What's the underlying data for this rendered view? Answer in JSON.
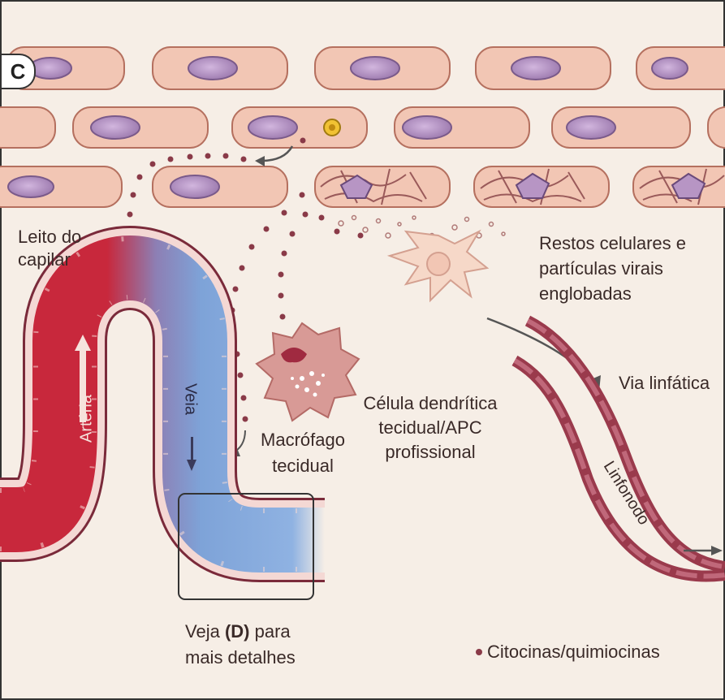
{
  "panel": {
    "letter": "C"
  },
  "labels": {
    "capillary_bed": [
      "Leito do",
      "capilar"
    ],
    "debris": [
      "Restos celulares e",
      "partículas virais",
      "englobadas"
    ],
    "lymphatic_route": "Via linfática",
    "dendritic_cell": [
      "Célula dendrítica",
      "tecidual/APC",
      "profissional"
    ],
    "macrophage": [
      "Macrófago",
      "tecidual"
    ],
    "artery": "Artéria",
    "vein": "Veia",
    "lymph_node": "Linfonodo",
    "see_details": {
      "prefix": "Veja ",
      "bold": "(D)",
      "suffix": " para",
      "line2": "mais detalhes"
    },
    "cytokines": "Citocinas/quimiocinas"
  },
  "colors": {
    "background": "#f6eee6",
    "cell_fill": "#f2c6b4",
    "nucleus": "#b795c4",
    "artery": "#c8283c",
    "vein": "#7ea3d8",
    "lymph_vessel": "#9a3a4c",
    "dot": "#8a3a48",
    "macrophage": "#d89a96"
  }
}
